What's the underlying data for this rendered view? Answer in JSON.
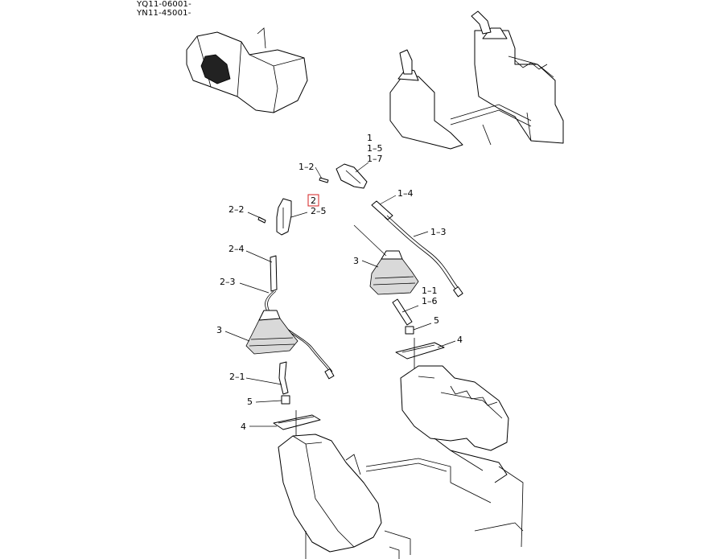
{
  "serials": [
    "YQ11-06001-",
    "YN11-45001-"
  ],
  "callouts": {
    "c1": "1",
    "c1_5": "1–5",
    "c1_7": "1–7",
    "c1_2": "1–2",
    "c1_4": "1–4",
    "c1_3": "1–3",
    "c3_right": "3",
    "c1_1": "1–1",
    "c1_6": "1–6",
    "c5_right": "5",
    "c4_right": "4",
    "c2": "2",
    "c2_5": "2–5",
    "c2_2": "2–2",
    "c2_4": "2–4",
    "c2_3": "2–3",
    "c3_left": "3",
    "c2_1": "2–1",
    "c5_left": "5",
    "c4_left": "4"
  },
  "highlight_color": "#d42020",
  "highlighted_callout": "2"
}
